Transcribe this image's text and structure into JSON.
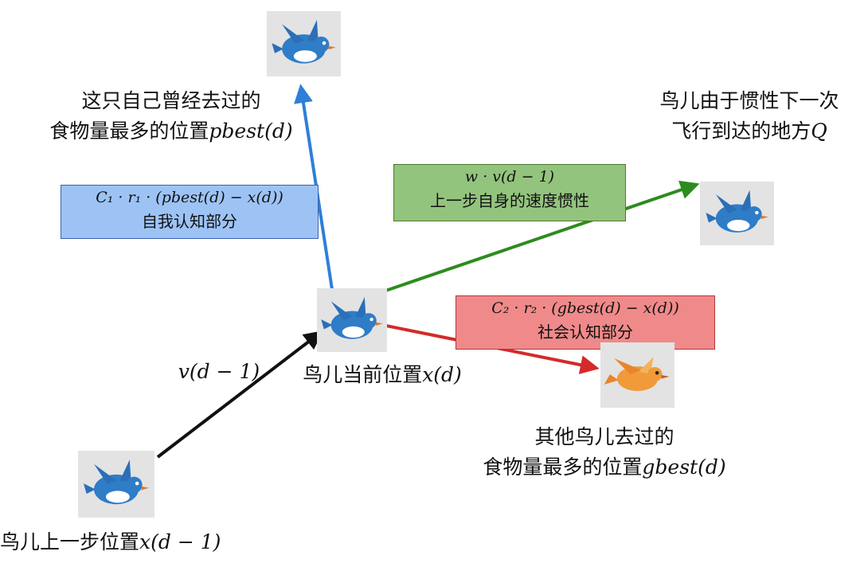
{
  "labels": {
    "own_best_line1": "这只自己曾经去过的",
    "own_best_line2_text": "食物量最多的位置",
    "own_best_line2_math": "pbest(d)",
    "inertia_dest_line1": "鸟儿由于惯性下一次",
    "inertia_dest_line2_text": "飞行到达的地方",
    "inertia_dest_line2_math": "Q",
    "current_text": "鸟儿当前位置",
    "current_math": "x(d)",
    "prev_velocity_math": "v(d − 1)",
    "others_best_line1": "其他鸟儿去过的",
    "others_best_line2_text": "食物量最多的位置",
    "others_best_line2_math": "gbest(d)",
    "prev_pos_text": "鸟儿上一步位置",
    "prev_pos_math": "x(d − 1)"
  },
  "boxes": {
    "self_cognition": {
      "formula": "C₁ · r₁ · (pbest(d) − x(d))",
      "caption": "自我认知部分",
      "fill": "#9dc3f5",
      "stroke": "#3a62b0"
    },
    "inertia": {
      "formula": "w · v(d − 1)",
      "caption": "上一步自身的速度惯性",
      "fill": "#93c47d",
      "stroke": "#4a7a2a"
    },
    "social_cognition": {
      "formula": "C₂ · r₂ · (gbest(d) − x(d))",
      "caption": "社会认知部分",
      "fill": "#f08a8a",
      "stroke": "#b03a3a"
    }
  },
  "arrow_colors": {
    "to_pbest": "#2f7fd8",
    "to_inertia": "#2e8b1f",
    "to_gbest": "#d42a2a",
    "from_previous": "#111111"
  },
  "icons": {
    "blue_bird": "bird-icon",
    "orange_bird": "bird-icon",
    "blue_bird_color": "#2f7cc7",
    "orange_bird_color": "#f09a3a"
  }
}
